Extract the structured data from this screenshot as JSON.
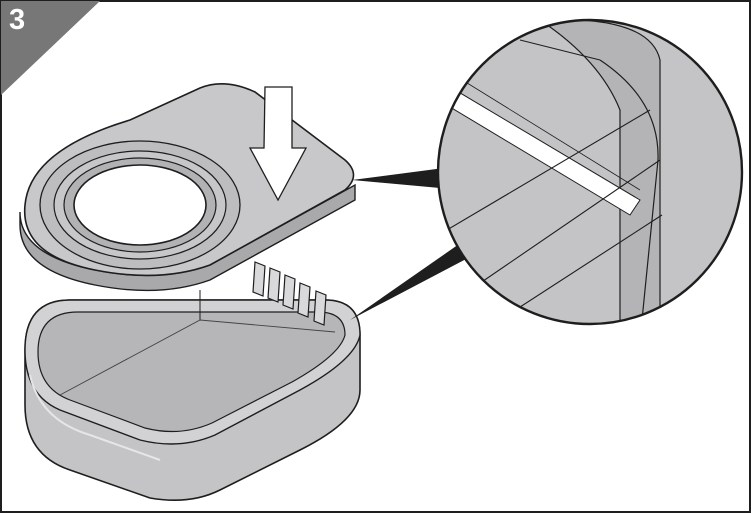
{
  "step": {
    "number": "3"
  },
  "colors": {
    "badge": "#777777",
    "part_fill": "#c4c4c6",
    "part_fill_dark": "#adadb0",
    "part_fill_light": "#d6d6d8",
    "outline": "#1e1e1e",
    "arrow": "#ffffff"
  },
  "icons": {
    "down-arrow": "press-down-arrow",
    "magnifier": "detail-callout-circle"
  }
}
